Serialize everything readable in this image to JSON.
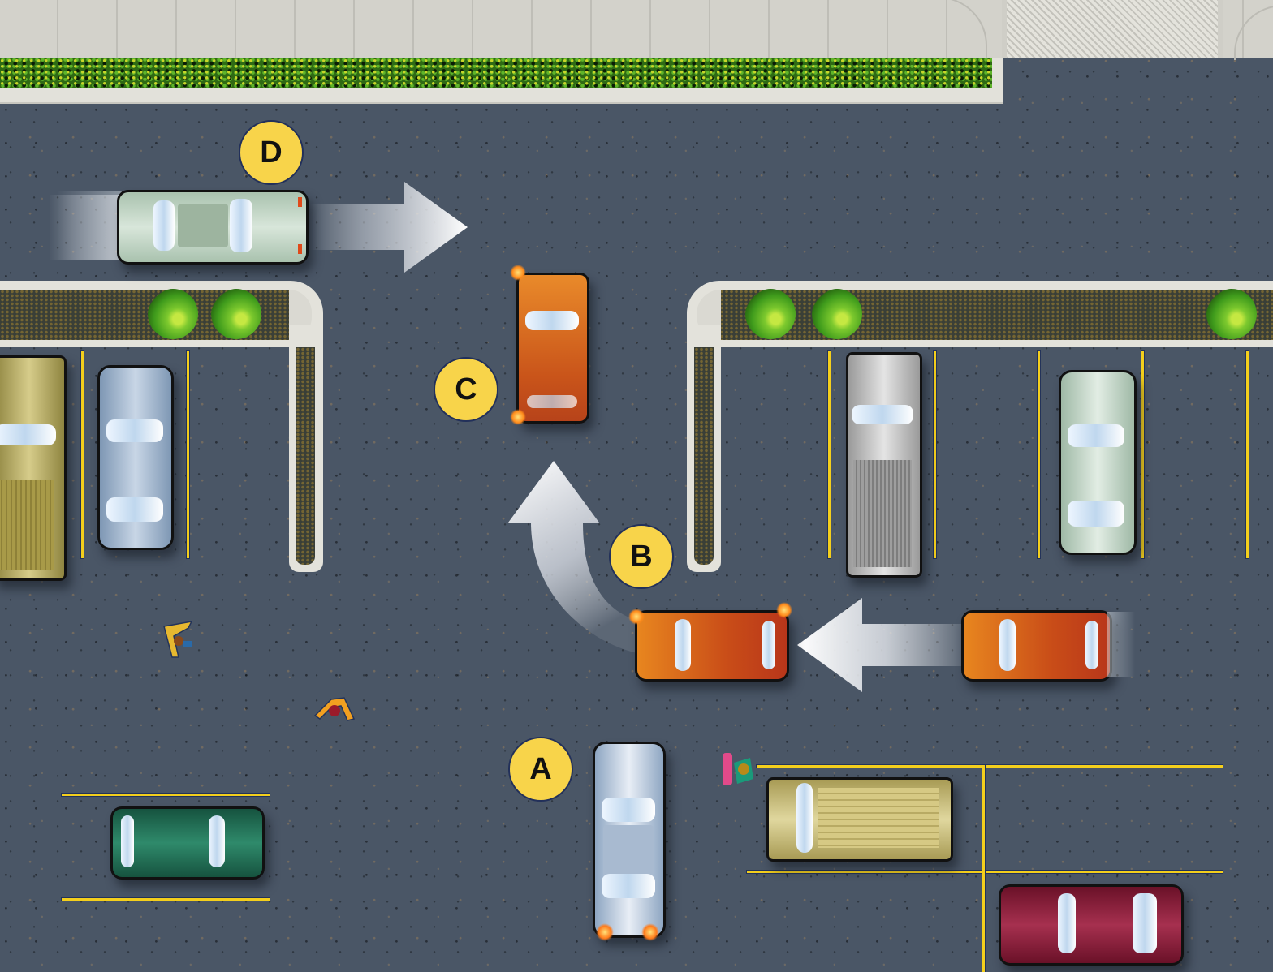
{
  "scene": {
    "type": "parking-lot-diagram",
    "colors": {
      "asphalt": "#4a5666",
      "sidewalk": "#d3d2cb",
      "grass": "#2f6a14",
      "parking_lines": "#f4cf1c",
      "badge": "#f8d44a",
      "arrow": "#ffffff"
    }
  },
  "labels": {
    "A": "A",
    "B": "B",
    "C": "C",
    "D": "D"
  },
  "vehicles": [
    {
      "id": "D",
      "color": "#9fb8a5",
      "kind": "sedan",
      "heading": "east",
      "moving": true
    },
    {
      "id": "C",
      "color": "#d2601a",
      "kind": "hatchback",
      "heading": "north",
      "hazard_lights": true
    },
    {
      "id": "B",
      "color": "#d2601a",
      "kind": "hatchback",
      "heading": "west",
      "turning": "right-north",
      "hazard_lights": true
    },
    {
      "id": "B-previous",
      "color": "#d2601a",
      "kind": "hatchback",
      "heading": "west",
      "moving": true
    },
    {
      "id": "A",
      "color": "#9fb3c9",
      "kind": "sedan",
      "heading": "north",
      "reversing_lights": true
    },
    {
      "id": "parked-pickup-gold",
      "color": "#b8a85a",
      "kind": "pickup"
    },
    {
      "id": "parked-sedan-blue",
      "color": "#9fb3c9",
      "kind": "sedan"
    },
    {
      "id": "parked-pickup-silver",
      "color": "#bcbcbc",
      "kind": "pickup"
    },
    {
      "id": "parked-sedan-mint",
      "color": "#bcd2c2",
      "kind": "sedan"
    },
    {
      "id": "parked-mini-green",
      "color": "#1f6b52",
      "kind": "hatchback"
    },
    {
      "id": "parked-wagon-gold",
      "color": "#cfc48a",
      "kind": "wagon"
    },
    {
      "id": "parked-sedan-maroon",
      "color": "#8a1f3a",
      "kind": "sedan"
    }
  ],
  "pedestrians": [
    {
      "id": "ped-1",
      "shirt": "#e6b830"
    },
    {
      "id": "ped-2",
      "shirt": "#f2a020"
    },
    {
      "id": "ped-with-stroller",
      "shirt": "#b68a1a"
    }
  ]
}
